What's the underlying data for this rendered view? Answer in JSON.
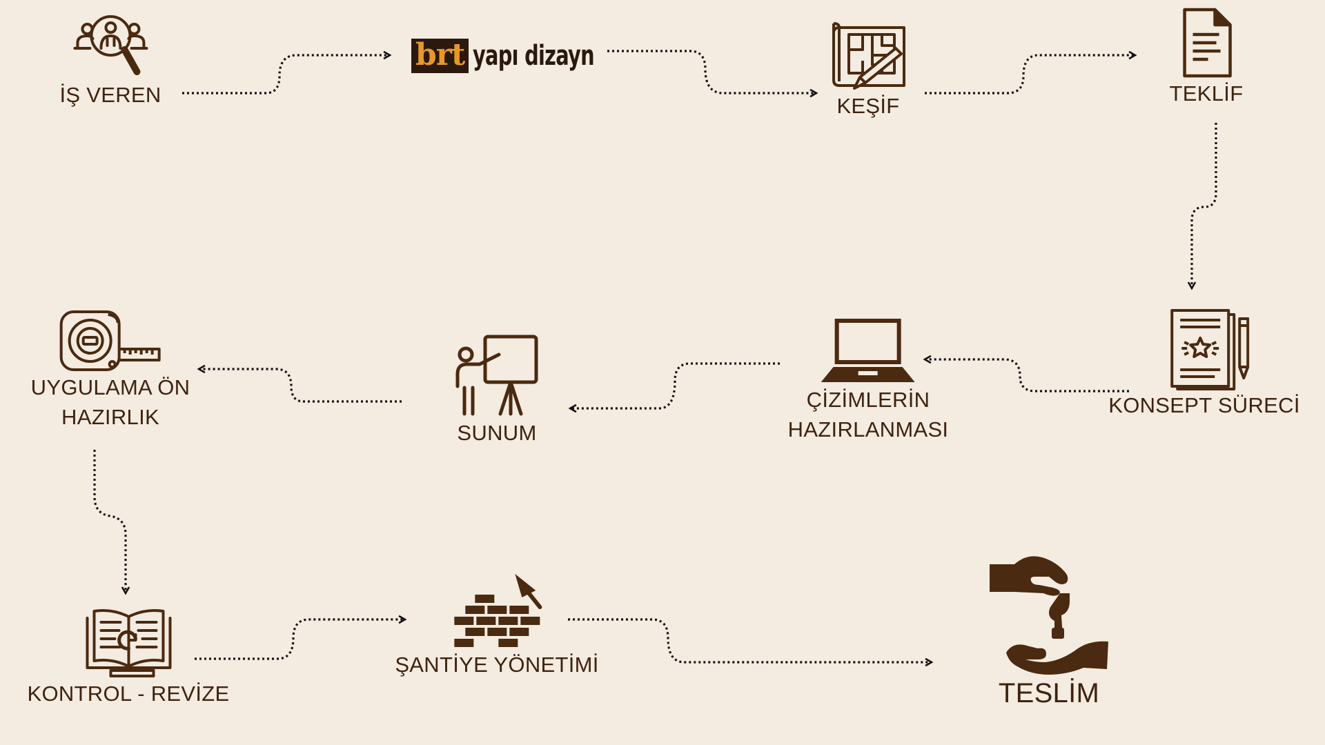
{
  "colors": {
    "background": "#f4ebe1",
    "icon": "#4a2a10",
    "label": "#3d230f",
    "connector": "#111111",
    "logo_box": "#2a190c",
    "logo_accent": "#e8982a"
  },
  "logo": {
    "mark": "brt",
    "text": "yapı dizayn"
  },
  "steps": {
    "is_veren": {
      "label": "İŞ VEREN",
      "icon": "client-search-icon"
    },
    "kesif": {
      "label": "KEŞİF",
      "icon": "blueprint-icon"
    },
    "teklif": {
      "label": "TEKLİF",
      "icon": "document-icon"
    },
    "konsept": {
      "label": "KONSEPT SÜRECİ",
      "icon": "concept-papers-icon"
    },
    "cizimler": {
      "label_line1": "ÇİZİMLERİN",
      "label_line2": "HAZIRLANMASI",
      "icon": "laptop-icon"
    },
    "sunum": {
      "label": "SUNUM",
      "icon": "presentation-icon"
    },
    "uygulama": {
      "label_line1": "UYGULAMA ÖN",
      "label_line2": "HAZIRLIK",
      "icon": "tape-measure-icon"
    },
    "kontrol": {
      "label": "KONTROL - REVİZE",
      "icon": "book-revise-icon"
    },
    "santiye": {
      "label": "ŞANTİYE YÖNETİMİ",
      "icon": "brick-trowel-icon"
    },
    "teslim": {
      "label": "TESLİM",
      "icon": "key-handover-icon"
    }
  }
}
